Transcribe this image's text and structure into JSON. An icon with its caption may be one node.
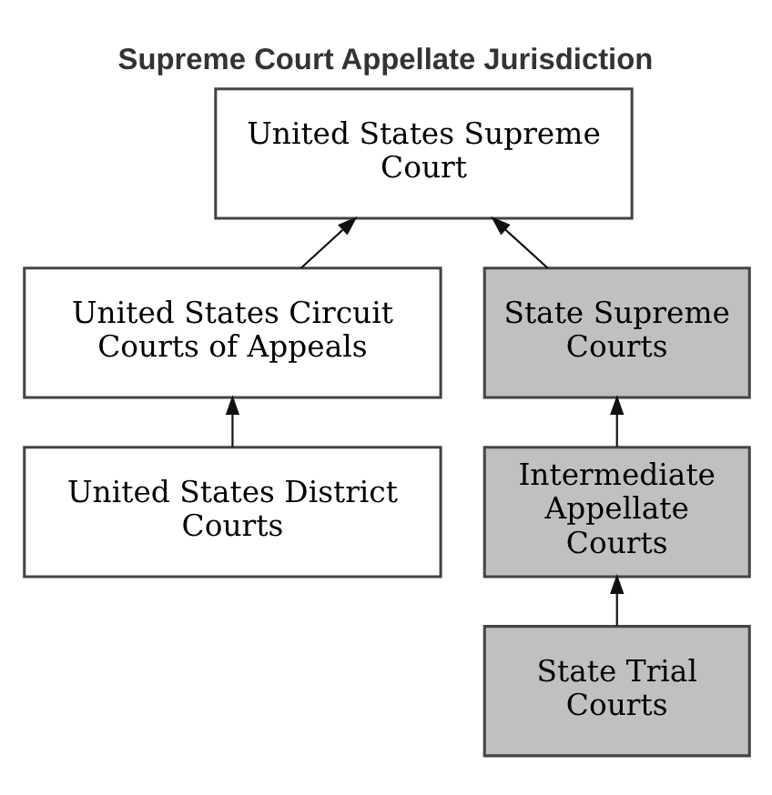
{
  "diagram": {
    "title": "Supreme Court Appellate Jurisdiction",
    "nodes": [
      {
        "text": [
          "United States Supreme Court"
        ]
      },
      {
        "text": [
          "United States Circuit Courts of Appeals"
        ]
      },
      {
        "text": [
          "State Supreme Courts"
        ]
      },
      {
        "text": [
          "United States District Courts"
        ]
      },
      {
        "text": [
          "Intermediate Appellate Courts"
        ]
      },
      {
        "text": [
          "State Trial Courts"
        ]
      }
    ],
    "edges": [
      {
        "from": 1,
        "to": 0,
        "arrow": "to"
      },
      {
        "from": 2,
        "to": 0,
        "arrow": "to"
      },
      {
        "from": 3,
        "to": 1,
        "arrow": "to"
      },
      {
        "from": 4,
        "to": 2,
        "arrow": "to"
      },
      {
        "from": 5,
        "to": 4,
        "arrow": "to"
      }
    ]
  }
}
